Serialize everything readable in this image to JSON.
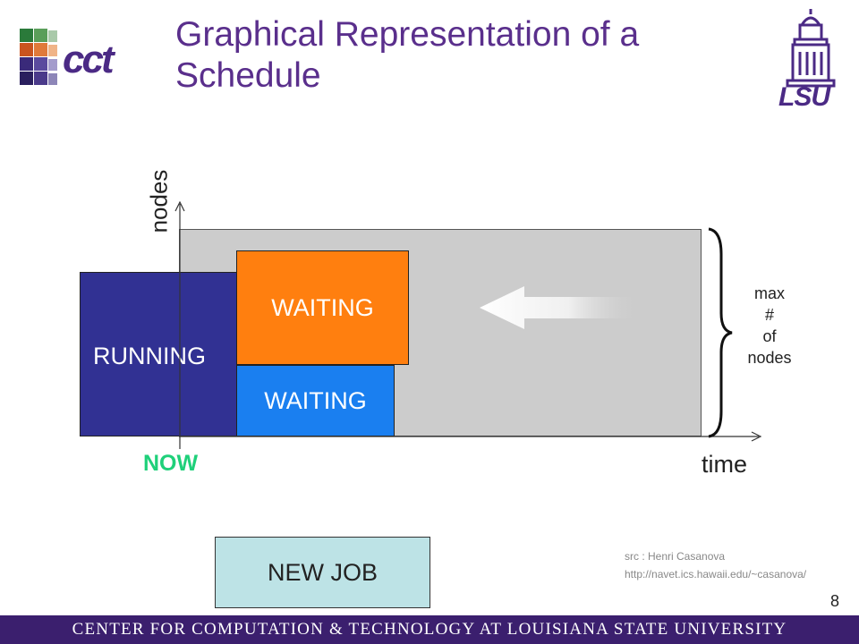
{
  "slide": {
    "title": "Graphical Representation of a Schedule",
    "page_number": "8"
  },
  "logos": {
    "left_text": "cct",
    "right_text": "LSU"
  },
  "diagram": {
    "y_axis_label": "nodes",
    "x_axis_label": "time",
    "now_label": "NOW",
    "running_label": "RUNNING",
    "waiting_top_label": "WAITING",
    "waiting_bottom_label": "WAITING",
    "brace_label": [
      "max",
      "#",
      "of",
      "nodes"
    ],
    "new_job_label": "NEW JOB",
    "colors": {
      "schedule_area": "#cccccc",
      "running": "#313193",
      "waiting_top": "#ff7f0f",
      "waiting_bottom": "#1a7ff0",
      "new_job": "#bde3e6",
      "now": "#1fd07a"
    }
  },
  "source": {
    "line1": "src : Henri Casanova",
    "line2": "http://navet.ics.hawaii.edu/~casanova/"
  },
  "footer": {
    "text": "CENTER FOR COMPUTATION & TECHNOLOGY AT LOUISIANA STATE UNIVERSITY"
  }
}
